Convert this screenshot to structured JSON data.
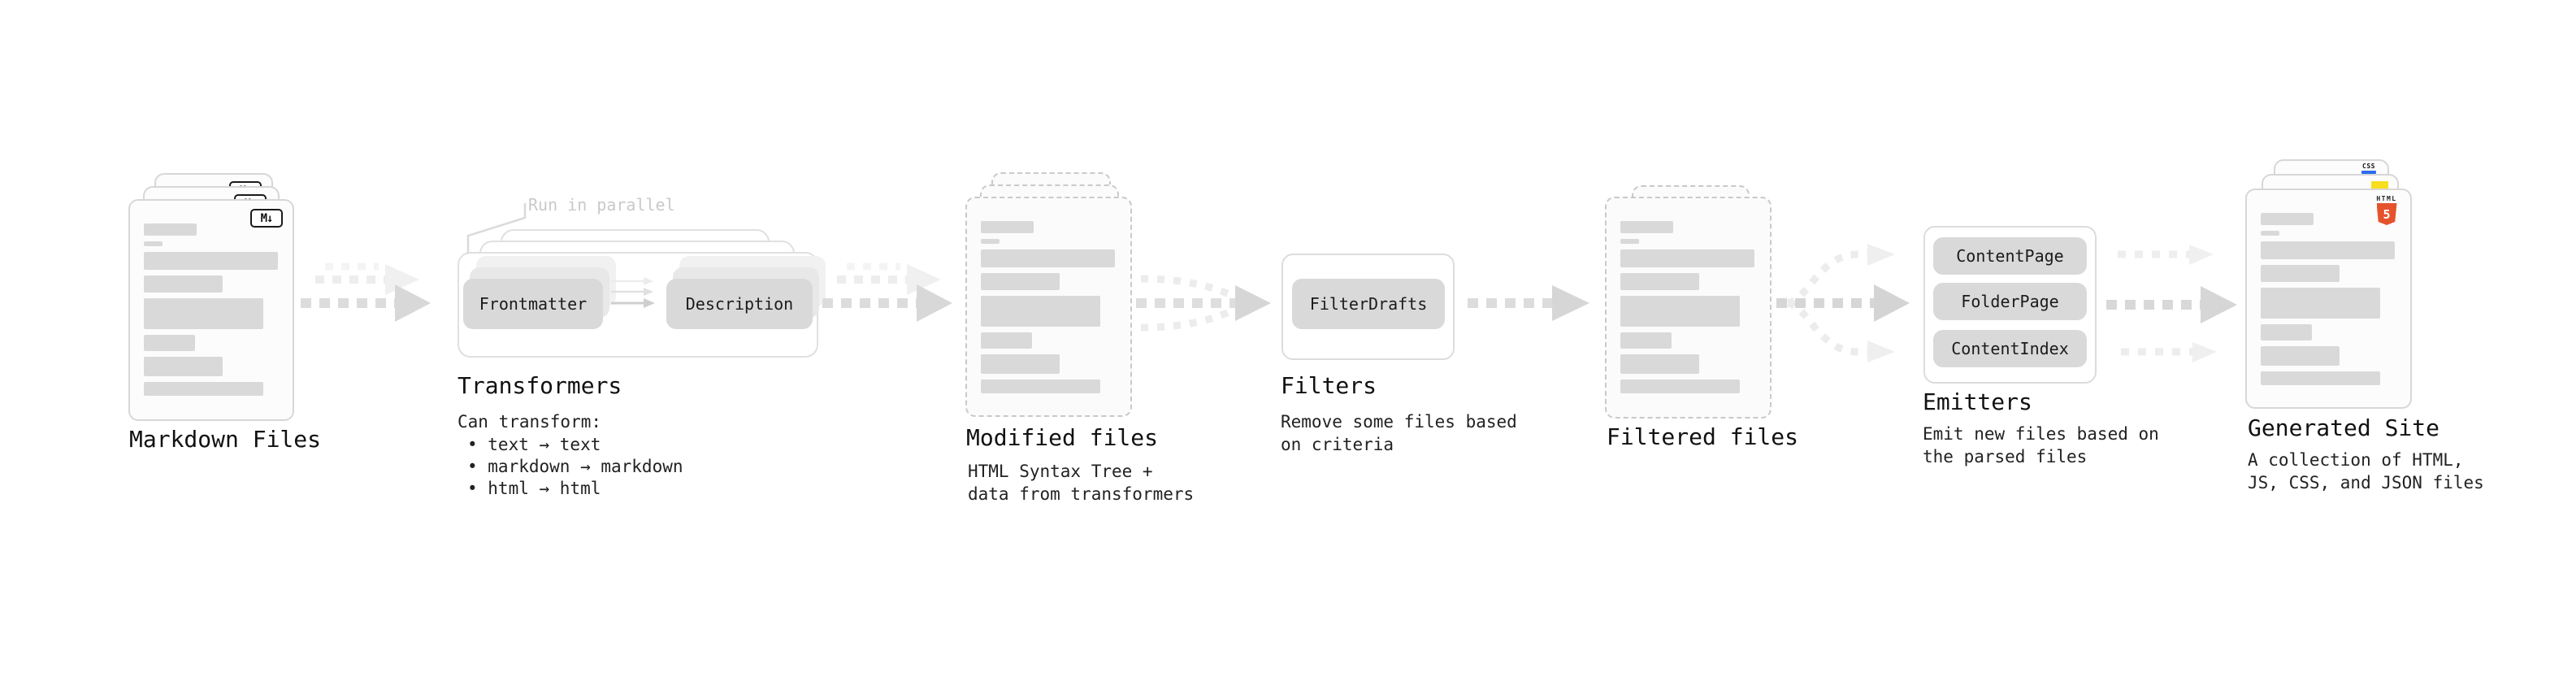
{
  "stages": {
    "markdown": {
      "label": "Markdown Files"
    },
    "transformers": {
      "label": "Transformers",
      "note": "Run in parallel",
      "pill_frontmatter": "Frontmatter",
      "pill_description": "Description",
      "desc_title": "Can transform:",
      "bullets": [
        "• text → text",
        "• markdown → markdown",
        "• html → html"
      ]
    },
    "modified": {
      "label": "Modified files",
      "desc": "HTML Syntax Tree +\ndata from transformers"
    },
    "filters": {
      "label": "Filters",
      "pill": "FilterDrafts",
      "desc": "Remove some files based\non criteria"
    },
    "filtered": {
      "label": "Filtered files"
    },
    "emitters": {
      "label": "Emitters",
      "pills": [
        "ContentPage",
        "FolderPage",
        "ContentIndex"
      ],
      "desc": "Emit new files based on\nthe parsed files"
    },
    "generated": {
      "label": "Generated Site",
      "desc": "A collection of HTML,\nJS, CSS, and JSON files"
    }
  },
  "icons": {
    "markdown_badge": "M↓",
    "html5_label": "HTML",
    "html5_number": "5",
    "css_label": "CSS"
  },
  "colors": {
    "placeholder_bar": "#d9d9d9",
    "pill_fill": "#d9d9d9",
    "html5_orange": "#e5532d",
    "js_yellow": "#f7df1e",
    "css_blue": "#2e6bf0"
  }
}
